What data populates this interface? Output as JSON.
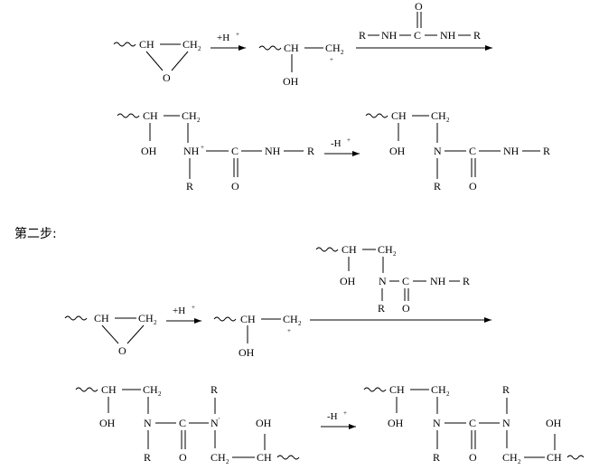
{
  "labels": {
    "ch": "CH",
    "ch2": "CH",
    "sub2": "2",
    "o": "O",
    "oh": "OH",
    "r": "R",
    "n": "N",
    "nh": "NH",
    "nplus": "NH",
    "nhplus": "N",
    "c": "C",
    "plus": "+",
    "h_plus_label": "+H",
    "h_minus_label": "-H",
    "sup_plus": "+",
    "sup_prime": "'"
  },
  "step_heading": "第二步:"
}
